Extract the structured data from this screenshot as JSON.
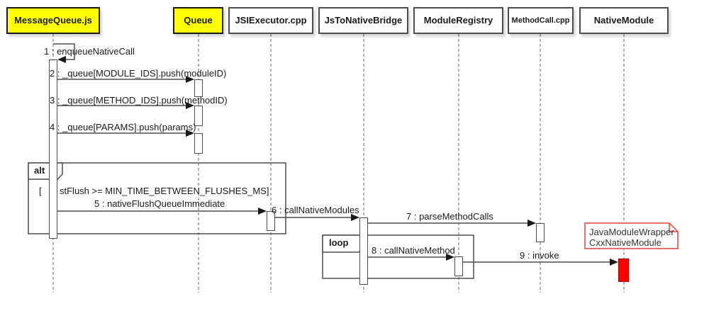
{
  "participants": [
    {
      "label": "MessageQueue.js",
      "highlighted": true
    },
    {
      "label": "Queue",
      "highlighted": true
    },
    {
      "label": "JSIExecutor.cpp",
      "highlighted": false
    },
    {
      "label": "JsToNativeBridge",
      "highlighted": false
    },
    {
      "label": "ModuleRegistry",
      "highlighted": false
    },
    {
      "label": "MethodCall.cpp",
      "highlighted": false
    },
    {
      "label": "NativeModule",
      "highlighted": false
    }
  ],
  "messages": [
    {
      "label": "1 : enqueueNativeCall",
      "type": "self",
      "from": "MessageQueue.js",
      "to": "MessageQueue.js"
    },
    {
      "label": "2 : _queue[MODULE_IDS].push(moduleID)",
      "type": "sync",
      "from": "MessageQueue.js",
      "to": "Queue"
    },
    {
      "label": "3 : _queue[METHOD_IDS].push(methodID)",
      "type": "sync",
      "from": "MessageQueue.js",
      "to": "Queue"
    },
    {
      "label": "4 : _queue[PARAMS].push(params)",
      "type": "sync",
      "from": "MessageQueue.js",
      "to": "Queue"
    },
    {
      "label": "5 : nativeFlushQueueImmediate",
      "type": "sync",
      "from": "MessageQueue.js",
      "to": "JSIExecutor.cpp"
    },
    {
      "label": "6 : callNativeModules",
      "type": "sync",
      "from": "JSIExecutor.cpp",
      "to": "JsToNativeBridge"
    },
    {
      "label": "7 : parseMethodCalls",
      "type": "sync",
      "from": "JsToNativeBridge",
      "to": "MethodCall.cpp"
    },
    {
      "label": "8 : callNativeMethod",
      "type": "sync",
      "from": "JsToNativeBridge",
      "to": "ModuleRegistry"
    },
    {
      "label": "9 : invoke",
      "type": "sync",
      "from": "ModuleRegistry",
      "to": "NativeModule"
    }
  ],
  "fragments": {
    "alt": {
      "label": "alt",
      "guard_prefix": "[",
      "guard_suffix": "stFlush >= MIN_TIME_BETWEEN_FLUSHES_MS]"
    },
    "loop": {
      "label": "loop"
    }
  },
  "note": {
    "lines": [
      "JavaModuleWrapper",
      "CxxNativeModule"
    ],
    "attached_to": "NativeModule"
  },
  "colors": {
    "participant_highlight": "#ffff00",
    "note_border": "#e04040",
    "active_execution_fill": "#ff0000",
    "line": "#4d4d4d"
  }
}
